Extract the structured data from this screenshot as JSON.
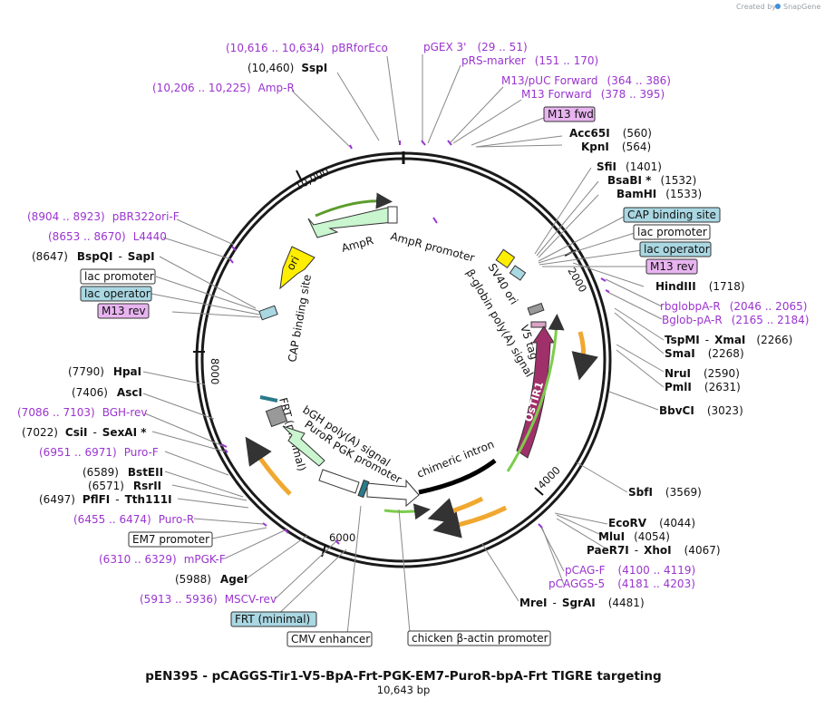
{
  "credit": {
    "prefix": "Created by",
    "brand": "SnapGene"
  },
  "title": "pEN395 - pCAGGS-Tir1-V5-BpA-Frt-PGK-EM7-PuroR-bpA-Frt TIGRE targeting",
  "length": "10,643 bp",
  "ticks": [
    "10,000",
    "2000",
    "4000",
    "6000",
    "8000"
  ],
  "features": {
    "ampr": "AmpR",
    "ampr_promoter": "AmpR promoter",
    "ori": "ori",
    "cap_site_left": "CAP binding site",
    "frt_minimal": "FRT (minimal)",
    "sv40_ori": "SV40 ori",
    "bglobin_polya": "β-globin poly(A) signal",
    "v5_tag": "V5 tag",
    "ostir1": "OsTIR1",
    "chimeric_intron": "chimeric intron",
    "bgh_polya": "bGH poly(A) signal",
    "puror": "PuroR",
    "pgk_promoter": "PGK promoter"
  },
  "sites": {
    "pbrforeco": {
      "pos": "(10,616 .. 10,634)",
      "name": "pBRforEco"
    },
    "sspi": {
      "pos": "(10,460)",
      "name": "SspI"
    },
    "ampr_primer": {
      "pos": "(10,206 .. 10,225)",
      "name": "Amp-R"
    },
    "pgex3": {
      "name": "pGEX 3'",
      "pos": "(29 .. 51)"
    },
    "prs_marker": {
      "name": "pRS-marker",
      "pos": "(151 .. 170)"
    },
    "m13puc_fwd": {
      "name": "M13/pUC Forward",
      "pos": "(364 .. 386)"
    },
    "m13_forward": {
      "name": "M13 Forward",
      "pos": "(378 .. 395)"
    },
    "m13fwd_box": "M13 fwd",
    "acc65i": {
      "name": "Acc65I",
      "pos": "(560)"
    },
    "kpni": {
      "name": "KpnI",
      "pos": "(564)"
    },
    "sfii": {
      "name": "SfiI",
      "pos": "(1401)"
    },
    "bsabi": {
      "name": "BsaBI *",
      "pos": "(1532)"
    },
    "bamhi": {
      "name": "BamHI",
      "pos": "(1533)"
    },
    "cap_box_right": "CAP binding site",
    "lacprom_box_right": "lac promoter",
    "lacop_box_right": "lac operator",
    "m13rev_box_right": "M13 rev",
    "hindiii": {
      "name": "HindIII",
      "pos": "(1718)"
    },
    "rbglobpa": {
      "name": "rbglobpA-R",
      "pos": "(2046 .. 2065)"
    },
    "bglobpa": {
      "name": "Bglob-pA-R",
      "pos": "(2165 .. 2184)"
    },
    "tspmi": {
      "name": "TspMI",
      "sep": "-",
      "name2": "XmaI",
      "pos": "(2266)"
    },
    "smai": {
      "name": "SmaI",
      "pos": "(2268)"
    },
    "nrui": {
      "name": "NruI",
      "pos": "(2590)"
    },
    "pmli": {
      "name": "PmlI",
      "pos": "(2631)"
    },
    "bbvci": {
      "name": "BbvCI",
      "pos": "(3023)"
    },
    "sbfi": {
      "name": "SbfI",
      "pos": "(3569)"
    },
    "ecorv": {
      "name": "EcoRV",
      "pos": "(4044)"
    },
    "mlui": {
      "name": "MluI",
      "pos": "(4054)"
    },
    "paer7i": {
      "name": "PaeR7I",
      "sep": "-",
      "name2": "XhoI",
      "pos": "(4067)"
    },
    "pcagf": {
      "name": "pCAG-F",
      "pos": "(4100 .. 4119)"
    },
    "pcaggs5": {
      "name": "pCAGGS-5",
      "pos": "(4181 .. 4203)"
    },
    "mrei": {
      "name": "MreI",
      "sep": "-",
      "name2": "SgrAI",
      "pos": "(4481)"
    },
    "pbr322": {
      "pos": "(8904 .. 8923)",
      "name": "pBR322ori-F"
    },
    "l4440": {
      "pos": "(8653 .. 8670)",
      "name": "L4440"
    },
    "bspqi": {
      "pos": "(8647)",
      "name": "BspQI",
      "sep": "-",
      "name2": "SapI"
    },
    "lacprom_box_left": "lac promoter",
    "lacop_box_left": "lac operator",
    "m13rev_box_left": "M13 rev",
    "hpai": {
      "pos": "(7790)",
      "name": "HpaI"
    },
    "asci": {
      "pos": "(7406)",
      "name": "AscI"
    },
    "bghrev": {
      "pos": "(7086 .. 7103)",
      "name": "BGH-rev"
    },
    "csii": {
      "pos": "(7022)",
      "name": "CsiI",
      "sep": "-",
      "name2": "SexAI *"
    },
    "purof": {
      "pos": "(6951 .. 6971)",
      "name": "Puro-F"
    },
    "bsteii": {
      "pos": "(6589)",
      "name": "BstEII"
    },
    "rsrii": {
      "pos": "(6571)",
      "name": "RsrII"
    },
    "pflfi": {
      "pos": "(6497)",
      "name": "PflFI",
      "sep": "-",
      "name2": "Tth111I"
    },
    "puror_primer": {
      "pos": "(6455 .. 6474)",
      "name": "Puro-R"
    },
    "em7_box": "EM7 promoter",
    "mpgkf": {
      "pos": "(6310 .. 6329)",
      "name": "mPGK-F"
    },
    "agei": {
      "pos": "(5988)",
      "name": "AgeI"
    },
    "msvcrev": {
      "pos": "(5913 .. 5936)",
      "name": "MSCV-rev"
    },
    "frt_box": "FRT (minimal)",
    "cmv_box": "CMV enhancer",
    "chick_box": "chicken β-actin promoter"
  },
  "colors": {
    "ring": "#1a1a1a",
    "primer": "#9a34cf",
    "ampr_fill": "#c9f5cf",
    "ori_fill": "#ffee00",
    "ostir1_fill": "#a0306a",
    "promoter_fill": "#ffffff",
    "box_blue": "#a9d7e2",
    "box_pink": "#e8b4f0",
    "orf_orange": "#f0a830",
    "orf_green": "#7ccc4c"
  }
}
